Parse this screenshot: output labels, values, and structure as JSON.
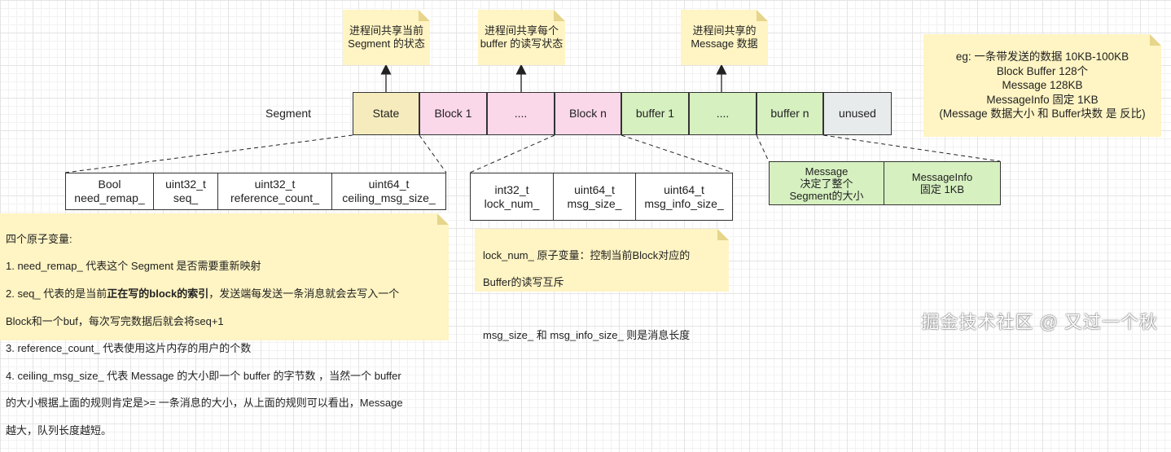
{
  "segment": {
    "label": "Segment",
    "cells": [
      "State",
      "Block 1",
      "....",
      "Block n",
      "buffer 1",
      "....",
      "buffer n",
      "unused"
    ]
  },
  "top_notes": [
    "进程间共享当前 Segment 的状态",
    "进程间共享每个buffer 的读写状态",
    "进程间共享的Message 数据"
  ],
  "example_note": "eg: 一条带发送的数据 10KB-100KB\nBlock Buffer 128个\nMessage 128KB\nMessageInfo 固定 1KB\n(Message 数据大小 和 Buffer块数 是 反比)",
  "state_fields": [
    "Bool\nneed_remap_",
    "uint32_t\nseq_",
    "uint32_t\nreference_count_",
    "uint64_t\nceiling_msg_size_"
  ],
  "block_fields": [
    "int32_t\nlock_num_",
    "uint64_t\nmsg_size_",
    "uint64_t\nmsg_info_size_"
  ],
  "buffer_fields": [
    "Message\n决定了整个\nSegment的大小",
    "MessageInfo\n固定 1KB"
  ],
  "state_note": {
    "l1": "四个原子变量:",
    "l2": "1. need_remap_ 代表这个 Segment 是否需要重新映射",
    "l3a": "2. seq_ 代表的是当前",
    "l3b": "正在写的block的索引",
    "l3c": "，发送端每发送一条消息就会去写入一个",
    "l4": "Block和一个buf，每次写完数据后就会将seq+1",
    "l5": "3. reference_count_ 代表使用这片内存的用户的个数",
    "l6": "4. ceiling_msg_size_ 代表 Message 的大小即一个 buffer 的字节数 ，当然一个 buffer",
    "l7": "的大小根据上面的规则肯定是>= 一条消息的大小，从上面的规则可以看出，Message",
    "l8": "越大，队列长度越短。"
  },
  "block_note": {
    "l1": "lock_num_ 原子变量：控制当前Block对应的",
    "l2": "Buffer的读写互斥",
    "l3": "msg_size_ 和 msg_info_size_ 则是消息长度"
  },
  "watermark": "掘金技术社区 @ 又过一个秋",
  "colors": {
    "state": "#f5ebbd",
    "block": "#fbd7ea",
    "buffer": "#d6f0c0",
    "unused": "#e8ebec",
    "note": "#fff4c3"
  }
}
